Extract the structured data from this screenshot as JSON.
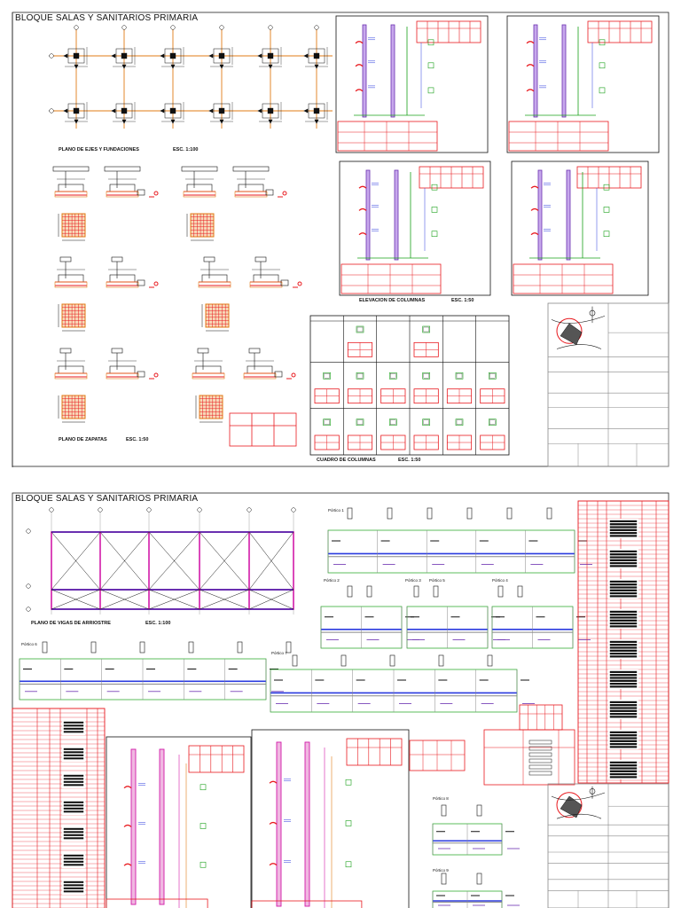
{
  "sheet1": {
    "title": "BLOQUE SALAS Y SANITARIOS PRIMARIA",
    "plan_ejes_caption": "PLANO DE EJES Y FUNDACIONES",
    "plan_ejes_scale": "ESC. 1:100",
    "elevacion_caption": "ELEVACION  DE COLUMNAS",
    "elevacion_scale": "ESC. 1:50",
    "zapatas_caption": "PLANO DE ZAPATAS",
    "zapatas_scale": "ESC. 1:50",
    "cuadro_caption": "CUADRO DE COLUMNAS",
    "cuadro_scale": "ESC. 1:50"
  },
  "sheet2": {
    "title": "BLOQUE SALAS Y SANITARIOS PRIMARIA",
    "vigas_caption": "PLANO DE VIGAS DE ARRIOSTRE",
    "vigas_scale": "ESC. 1:100",
    "porticos": {
      "p1": "Pórtico 1",
      "p2": "Pórtico 2",
      "p3": "Pórtico 3",
      "p5": "Pórtico 5",
      "p4": "Pórtico 4",
      "p6": "Pórtico 6",
      "p7": "Pórtico 7",
      "p8": "Pórtico 8",
      "p9": "Pórtico 9"
    }
  },
  "colors": {
    "red": "#e8191e",
    "orange": "#e07b16",
    "green": "#18a018",
    "blue": "#2a3adf",
    "magenta": "#d21aa8",
    "purple": "#6a2fb0",
    "gray": "#888888"
  }
}
